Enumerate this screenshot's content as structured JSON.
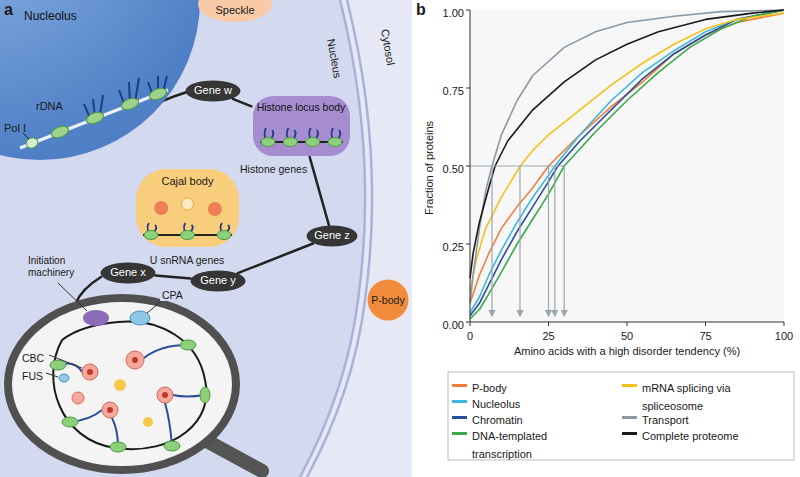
{
  "diagram": {
    "nodes": [
      {
        "text": [
          "Nucleus"
        ]
      },
      {
        "text": [
          "Nucleolus"
        ],
        "in": 0
      },
      {
        "text": [
          "Speckle"
        ],
        "in": 0
      },
      {
        "text": [
          "Gene w"
        ],
        "in": 0
      },
      {
        "text": [
          "Histone locus body"
        ],
        "in": 0
      },
      {
        "text": [
          "Cajal body"
        ],
        "in": 0
      },
      {
        "text": [
          "Gene z"
        ],
        "in": 0
      },
      {
        "text": [
          "Gene x"
        ],
        "in": 0
      },
      {
        "text": [
          "Gene y"
        ],
        "in": 0
      },
      {
        "text": [
          "P-body"
        ]
      }
    ],
    "edges": [
      {
        "from": 3,
        "to": 4,
        "arrow": "none"
      },
      {
        "from": 6,
        "to": 4,
        "arrow": "none"
      },
      {
        "from": 7,
        "to": 8,
        "arrow": "none"
      },
      {
        "from": 8,
        "to": 6,
        "arrow": "none"
      }
    ],
    "labels": [
      "a",
      "rDNA",
      "Pol I",
      "Histone genes",
      "U snRNA genes",
      "Cytosol",
      "Initiation machinery",
      "CPA",
      "CBC",
      "FUS",
      "b",
      "Fraction of proteins",
      "0.00",
      "0.25",
      "0.50",
      "0.75",
      "1.00",
      "0",
      "25",
      "50",
      "75",
      "100",
      "Amino acids with a high disorder tendency (%)"
    ],
    "legend": [
      {
        "text": "P-body",
        "color": "#f07f3c"
      },
      {
        "text": "Nucleolus",
        "color": "#3fb6e0"
      },
      {
        "text": "Chromatin",
        "color": "#2b4f9e"
      },
      {
        "text": "DNA-templated transcription",
        "color": "#3aaa4b"
      },
      {
        "text": "mRNA splicing via spliceosome",
        "color": "#f2c21b"
      },
      {
        "text": "Transport",
        "color": "#8a9aa5"
      },
      {
        "text": "Complete proteome",
        "color": "#1a1a1a"
      }
    ]
  }
}
